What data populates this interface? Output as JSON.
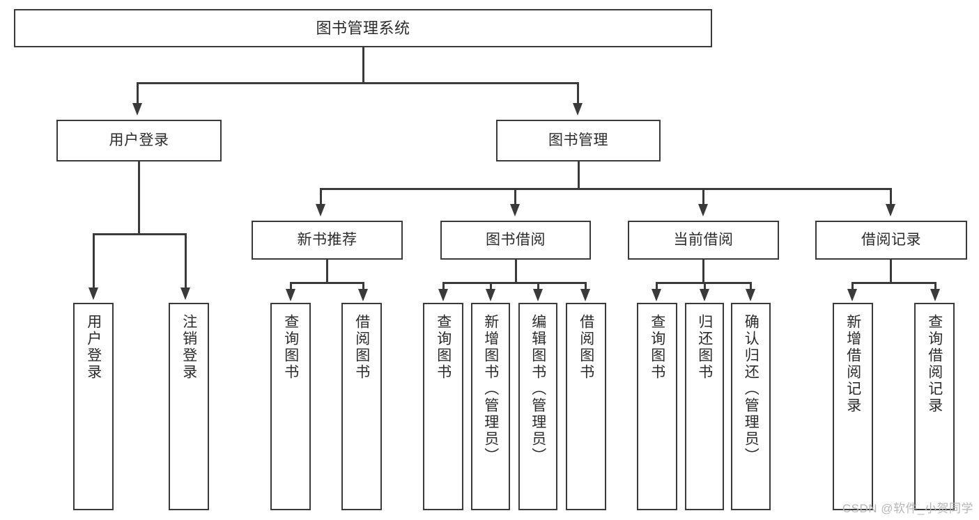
{
  "diagram": {
    "title": "图书管理系统",
    "watermark": "CSDN @软件_小贺同学",
    "colors": {
      "stroke": "#3a3a3a",
      "text": "#2b2b2b",
      "background": "#ffffff",
      "watermark": "#b6b6b6"
    },
    "nodes": {
      "root": {
        "label": "图书管理系统"
      },
      "level1": [
        {
          "label": "用户登录"
        },
        {
          "label": "图书管理"
        }
      ],
      "level2": [
        {
          "label": "新书推荐"
        },
        {
          "label": "图书借阅"
        },
        {
          "label": "当前借阅"
        },
        {
          "label": "借阅记录"
        }
      ],
      "leaves": {
        "user_login": [
          {
            "label": "用户登录"
          },
          {
            "label": "注销登录"
          }
        ],
        "new_book_recommend": [
          {
            "label": "查询图书"
          },
          {
            "label": "借阅图书"
          }
        ],
        "book_borrow": [
          {
            "label": "查询图书"
          },
          {
            "label": "新增图书（管理员）"
          },
          {
            "label": "编辑图书（管理员）"
          },
          {
            "label": "借阅图书"
          }
        ],
        "current_borrow": [
          {
            "label": "查询图书"
          },
          {
            "label": "归还图书"
          },
          {
            "label": "确认归还（管理员）"
          }
        ],
        "borrow_record": [
          {
            "label": "新增借阅记录"
          },
          {
            "label": "查询借阅记录"
          }
        ]
      }
    }
  }
}
